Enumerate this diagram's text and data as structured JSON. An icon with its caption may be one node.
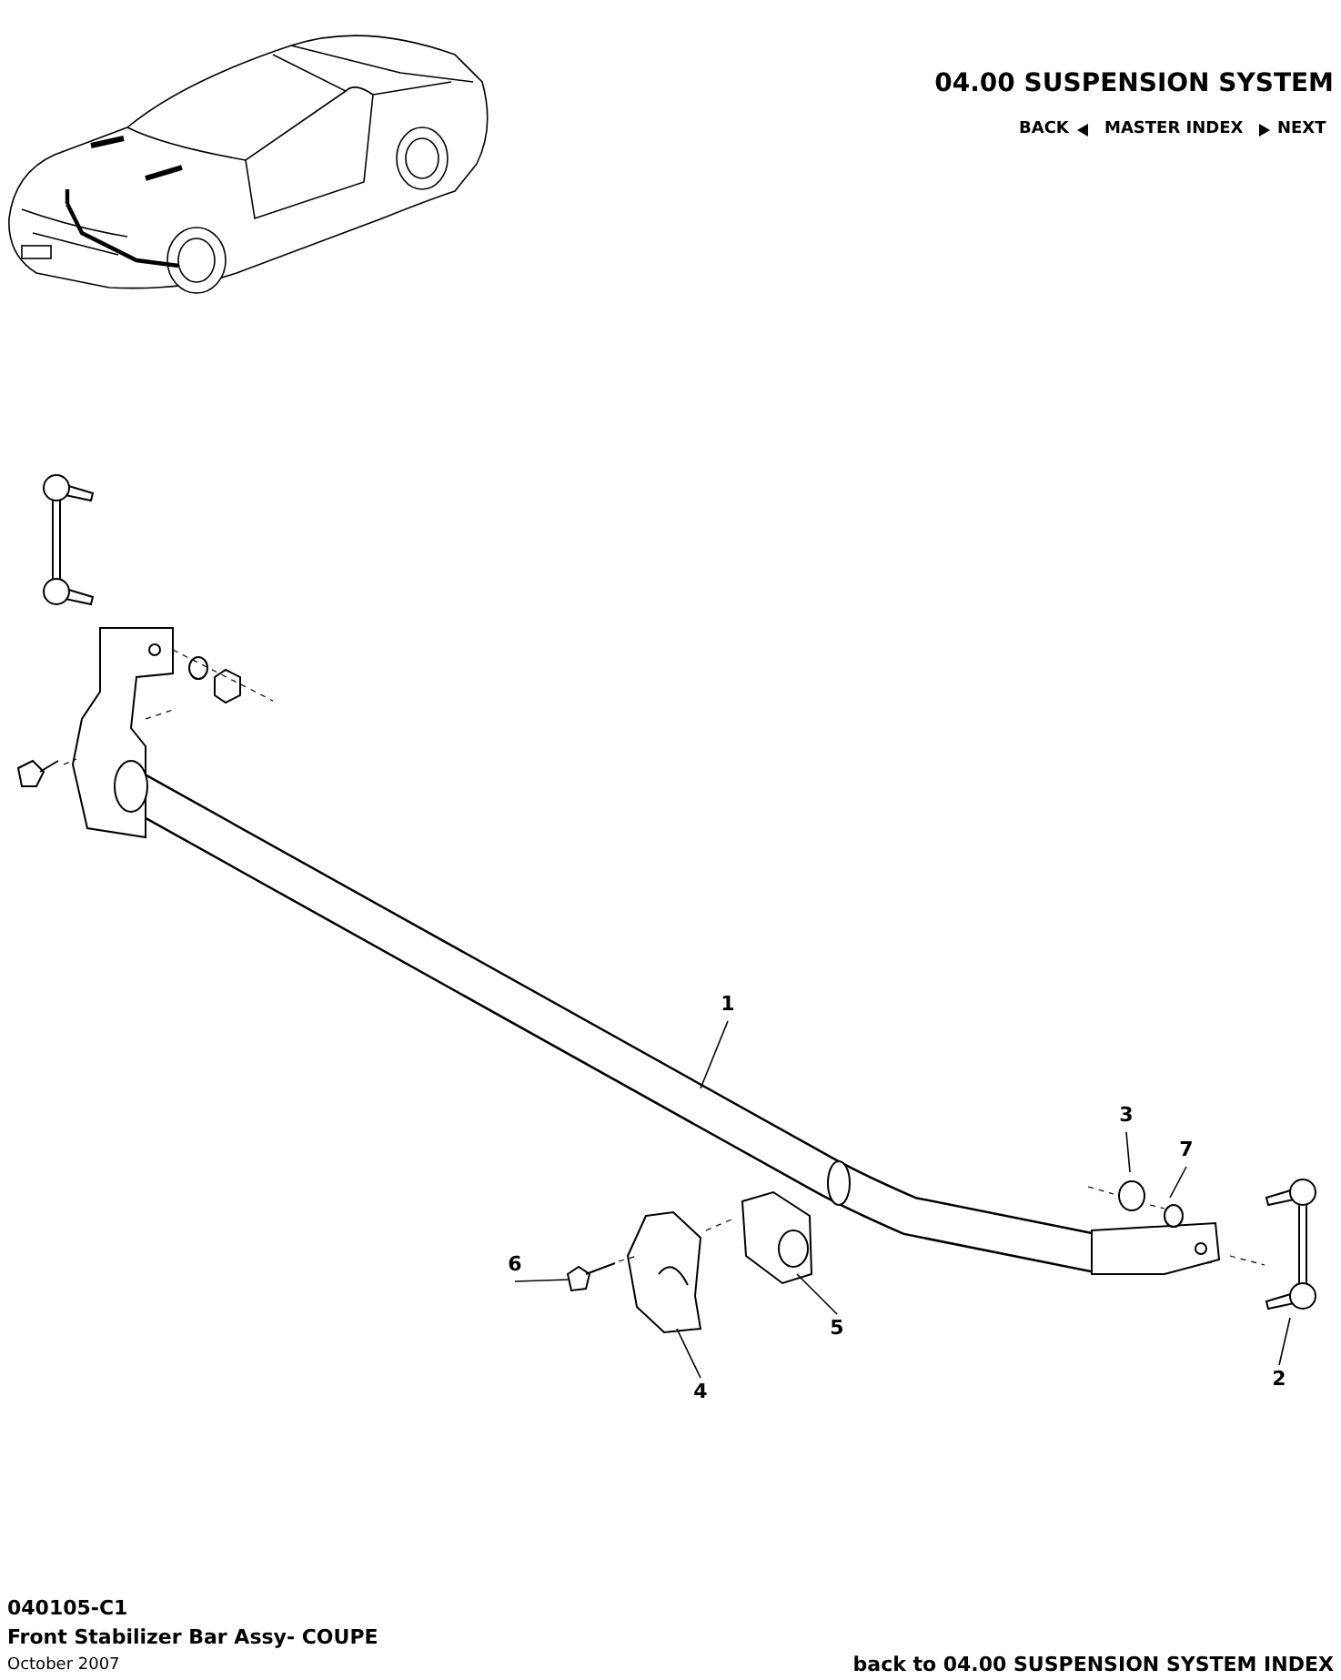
{
  "diagram": {
    "title": "04.00 SUSPENSION SYSTEM",
    "nodes": [
      {
        "text": [
          "1"
        ]
      },
      {
        "text": [
          "2"
        ]
      },
      {
        "text": [
          "3"
        ]
      },
      {
        "text": [
          "4"
        ]
      },
      {
        "text": [
          "5"
        ]
      },
      {
        "text": [
          "6"
        ]
      },
      {
        "text": [
          "7"
        ]
      }
    ],
    "edges": [
      {
        "from": 0,
        "to": null,
        "arrow": "none"
      },
      {
        "from": 1,
        "to": null,
        "arrow": "none"
      },
      {
        "from": 2,
        "to": null,
        "arrow": "none"
      },
      {
        "from": 3,
        "to": null,
        "arrow": "none"
      },
      {
        "from": 4,
        "to": null,
        "arrow": "none"
      },
      {
        "from": 5,
        "to": null,
        "arrow": "none"
      },
      {
        "from": 6,
        "to": null,
        "arrow": "none"
      }
    ],
    "labels": [
      "BACK",
      "MASTER INDEX",
      "NEXT",
      "040105-C1",
      "Front Stabilizer Bar Assy- COUPE",
      "October 2007",
      "back to 04.00 SUSPENSION SYSTEM INDEX"
    ]
  }
}
